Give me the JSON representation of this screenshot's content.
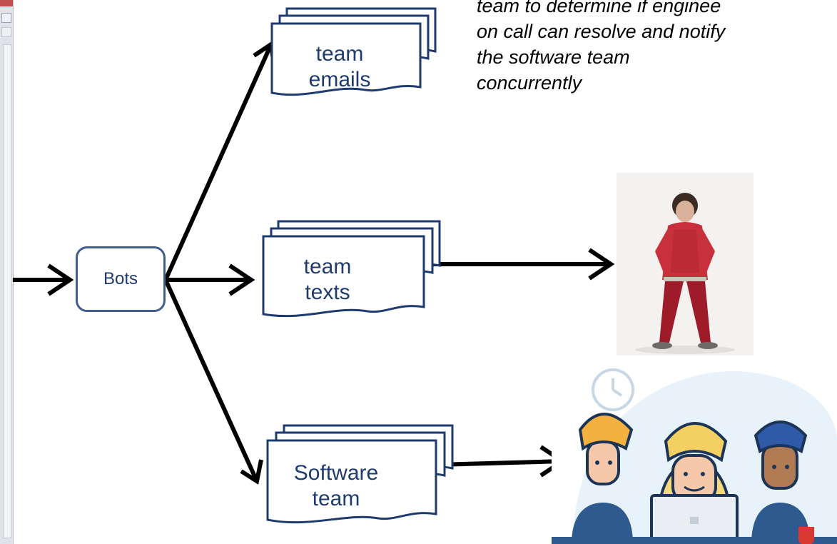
{
  "left_panel": {
    "present": true
  },
  "nodes": {
    "bots": "Bots",
    "emails": [
      "team",
      "emails"
    ],
    "texts": [
      "team",
      "texts"
    ],
    "software": [
      "Software",
      "team"
    ]
  },
  "note_text": "team to determine if enginee\non call can resolve and notify\nthe software team\nconcurrently",
  "colors": {
    "node_text": "#1f3b6e",
    "node_border": "#3f5e8e",
    "arrow": "#000000"
  },
  "images": {
    "person": "person-standing-icon",
    "team": "software-team-illustration-icon"
  }
}
